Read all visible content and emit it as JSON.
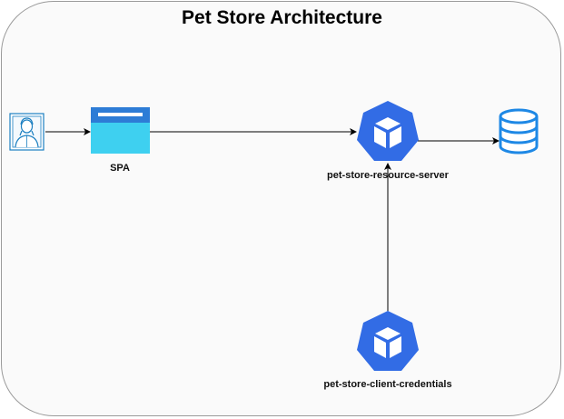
{
  "diagram": {
    "title": "Pet Store Architecture",
    "nodes": {
      "user": {
        "icon": "user-icon"
      },
      "spa": {
        "label": "SPA",
        "icon": "browser-window-icon"
      },
      "resource_server": {
        "label": "pet-store-resource-server",
        "icon": "kubernetes-pod-icon"
      },
      "database": {
        "icon": "database-icon"
      },
      "client_credentials": {
        "label": "pet-store-client-credentials",
        "icon": "kubernetes-pod-icon"
      }
    },
    "edges": [
      {
        "from": "user",
        "to": "spa"
      },
      {
        "from": "spa",
        "to": "resource_server"
      },
      {
        "from": "resource_server",
        "to": "database"
      },
      {
        "from": "client_credentials",
        "to": "resource_server"
      }
    ],
    "colors": {
      "k8s_blue": "#326CE5",
      "spa_blue": "#2D7CD6",
      "spa_cyan": "#3ED0F0",
      "db_blue": "#1E88E5",
      "user_blue": "#1B7FC1"
    }
  }
}
